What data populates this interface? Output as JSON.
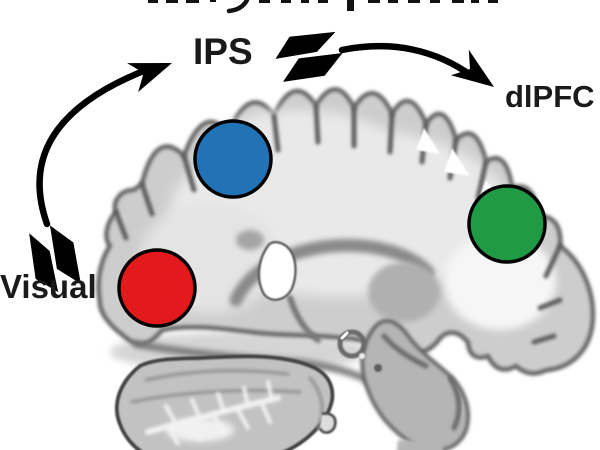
{
  "figure": {
    "type": "brain-pathway-diagram",
    "description": "Sagittal brain image with three region markers and feedforward arrows",
    "labels": {
      "visual": "Visual",
      "ips": "IPS",
      "dlpfc": "dlPFC"
    },
    "markers": [
      {
        "name": "visual-cortex-marker",
        "label": "Visual",
        "color": "#e31a1c"
      },
      {
        "name": "ips-marker",
        "label": "IPS",
        "color": "#2273b6"
      },
      {
        "name": "dlpfc-marker",
        "label": "dlPFC",
        "color": "#219a46"
      }
    ],
    "arrows": [
      {
        "name": "visual-to-ips",
        "from": "Visual",
        "to": "IPS"
      },
      {
        "name": "ips-to-dlpfc",
        "from": "IPS",
        "to": "dlPFC"
      }
    ],
    "colors": {
      "arrow": "#000000",
      "marker_outline": "#000000",
      "background": "#ffffff"
    }
  }
}
